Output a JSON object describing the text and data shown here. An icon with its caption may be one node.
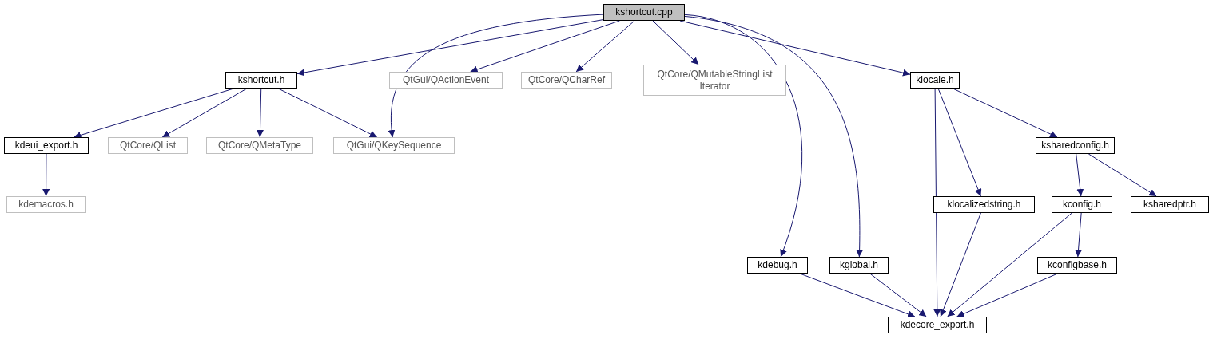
{
  "diagram": {
    "nodes": [
      {
        "text": [
          "kshortcut.cpp"
        ]
      },
      {
        "text": [
          "kshortcut.h"
        ]
      },
      {
        "text": [
          "QtGui/QActionEvent"
        ]
      },
      {
        "text": [
          "QtCore/QCharRef"
        ]
      },
      {
        "text": [
          "QtCore/QMutableStringList Iterator"
        ]
      },
      {
        "text": [
          "klocale.h"
        ]
      },
      {
        "text": [
          "kdeui_export.h"
        ]
      },
      {
        "text": [
          "QtCore/QList"
        ]
      },
      {
        "text": [
          "QtCore/QMetaType"
        ]
      },
      {
        "text": [
          "QtGui/QKeySequence"
        ]
      },
      {
        "text": [
          "ksharedconfig.h"
        ]
      },
      {
        "text": [
          "kdemacros.h"
        ]
      },
      {
        "text": [
          "klocalizedstring.h"
        ]
      },
      {
        "text": [
          "kconfig.h"
        ]
      },
      {
        "text": [
          "ksharedptr.h"
        ]
      },
      {
        "text": [
          "kdebug.h"
        ]
      },
      {
        "text": [
          "kglobal.h"
        ]
      },
      {
        "text": [
          "kconfigbase.h"
        ]
      },
      {
        "text": [
          "kdecore_export.h"
        ]
      }
    ],
    "edges": [
      {
        "from": 0,
        "to": 1,
        "arrow": "to"
      },
      {
        "from": 0,
        "to": 9,
        "arrow": "to"
      },
      {
        "from": 0,
        "to": 2,
        "arrow": "to"
      },
      {
        "from": 0,
        "to": 3,
        "arrow": "to"
      },
      {
        "from": 0,
        "to": 4,
        "arrow": "to"
      },
      {
        "from": 0,
        "to": 5,
        "arrow": "to"
      },
      {
        "from": 0,
        "to": 15,
        "arrow": "to"
      },
      {
        "from": 0,
        "to": 16,
        "arrow": "to"
      },
      {
        "from": 1,
        "to": 6,
        "arrow": "to"
      },
      {
        "from": 1,
        "to": 7,
        "arrow": "to"
      },
      {
        "from": 1,
        "to": 8,
        "arrow": "to"
      },
      {
        "from": 1,
        "to": 9,
        "arrow": "to"
      },
      {
        "from": 6,
        "to": 11,
        "arrow": "to"
      },
      {
        "from": 5,
        "to": 18,
        "arrow": "to"
      },
      {
        "from": 5,
        "to": 12,
        "arrow": "to"
      },
      {
        "from": 5,
        "to": 10,
        "arrow": "to"
      },
      {
        "from": 10,
        "to": 13,
        "arrow": "to"
      },
      {
        "from": 10,
        "to": 14,
        "arrow": "to"
      },
      {
        "from": 13,
        "to": 17,
        "arrow": "to"
      },
      {
        "from": 13,
        "to": 18,
        "arrow": "to"
      },
      {
        "from": 12,
        "to": 18,
        "arrow": "to"
      },
      {
        "from": 15,
        "to": 18,
        "arrow": "to"
      },
      {
        "from": 16,
        "to": 18,
        "arrow": "to"
      },
      {
        "from": 17,
        "to": 18,
        "arrow": "to"
      }
    ]
  }
}
